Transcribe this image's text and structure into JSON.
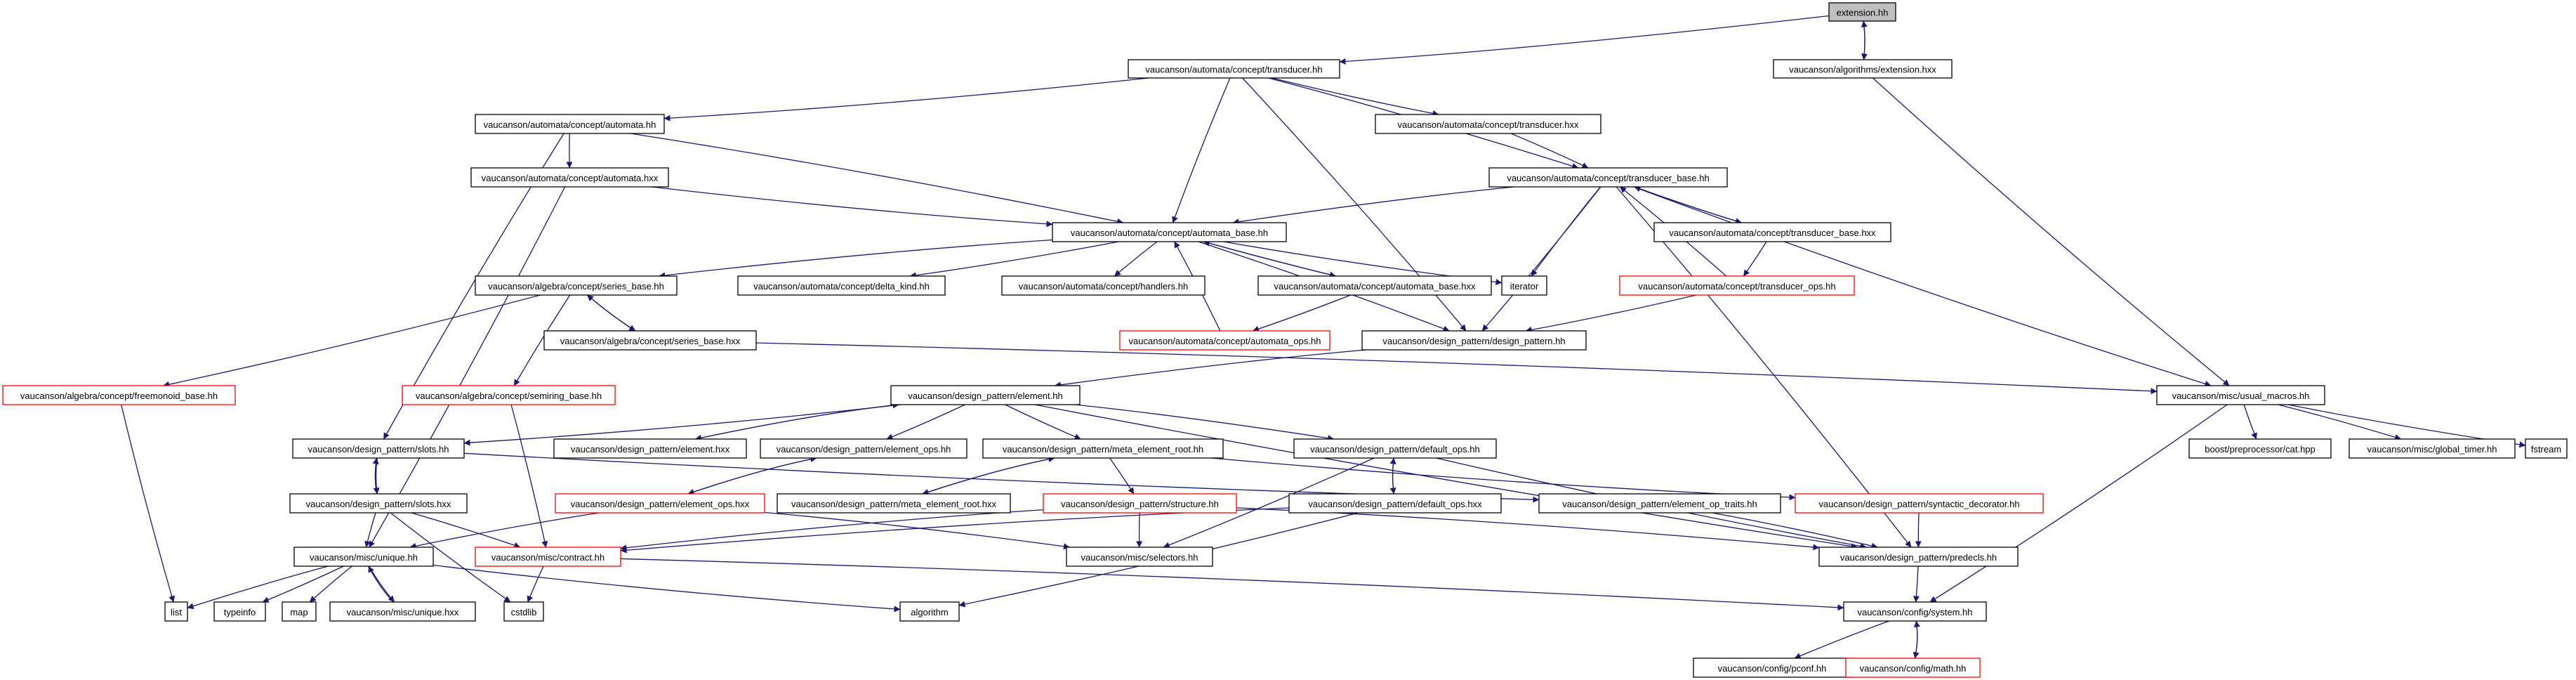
{
  "diagram": {
    "type": "include-dependency-graph",
    "colors": {
      "edge": "#191970",
      "node_border": "#000000",
      "node_border_missing_docs": "#ff0000",
      "node_border_external": "#c0c0c0",
      "root_fill": "#bfbfbf"
    },
    "nodes": [
      {
        "id": "extension_hh",
        "label": "extension.hh",
        "style": "root"
      },
      {
        "id": "transducer_hh",
        "label": "vaucanson/automata/concept/transducer.hh",
        "style": "normal"
      },
      {
        "id": "alg_extension_hxx",
        "label": "vaucanson/algorithms/extension.hxx",
        "style": "normal"
      },
      {
        "id": "automata_hh",
        "label": "vaucanson/automata/concept/automata.hh",
        "style": "normal"
      },
      {
        "id": "transducer_hxx",
        "label": "vaucanson/automata/concept/transducer.hxx",
        "style": "normal"
      },
      {
        "id": "automata_hxx",
        "label": "vaucanson/automata/concept/automata.hxx",
        "style": "normal"
      },
      {
        "id": "transducer_base_hh",
        "label": "vaucanson/automata/concept/transducer_base.hh",
        "style": "normal"
      },
      {
        "id": "automata_base_hh",
        "label": "vaucanson/automata/concept/automata_base.hh",
        "style": "normal"
      },
      {
        "id": "transducer_base_hxx",
        "label": "vaucanson/automata/concept/transducer_base.hxx",
        "style": "normal"
      },
      {
        "id": "series_base_hh",
        "label": "vaucanson/algebra/concept/series_base.hh",
        "style": "normal"
      },
      {
        "id": "delta_kind_hh",
        "label": "vaucanson/automata/concept/delta_kind.hh",
        "style": "normal"
      },
      {
        "id": "handlers_hh",
        "label": "vaucanson/automata/concept/handlers.hh",
        "style": "external"
      },
      {
        "id": "automata_base_hxx",
        "label": "vaucanson/automata/concept/automata_base.hxx",
        "style": "normal"
      },
      {
        "id": "iterator",
        "label": "iterator",
        "style": "external"
      },
      {
        "id": "transducer_ops_hh",
        "label": "vaucanson/automata/concept/transducer_ops.hh",
        "style": "red"
      },
      {
        "id": "series_base_hxx",
        "label": "vaucanson/algebra/concept/series_base.hxx",
        "style": "normal"
      },
      {
        "id": "automata_ops_hh",
        "label": "vaucanson/automata/concept/automata_ops.hh",
        "style": "red"
      },
      {
        "id": "design_pattern_hh",
        "label": "vaucanson/design_pattern/design_pattern.hh",
        "style": "normal"
      },
      {
        "id": "freemonoid_base_hh",
        "label": "vaucanson/algebra/concept/freemonoid_base.hh",
        "style": "red"
      },
      {
        "id": "semiring_base_hh",
        "label": "vaucanson/algebra/concept/semiring_base.hh",
        "style": "red"
      },
      {
        "id": "element_hh",
        "label": "vaucanson/design_pattern/element.hh",
        "style": "normal"
      },
      {
        "id": "usual_macros_hh",
        "label": "vaucanson/misc/usual_macros.hh",
        "style": "normal"
      },
      {
        "id": "slots_hh",
        "label": "vaucanson/design_pattern/slots.hh",
        "style": "normal"
      },
      {
        "id": "element_hxx",
        "label": "vaucanson/design_pattern/element.hxx",
        "style": "normal"
      },
      {
        "id": "element_ops_hh",
        "label": "vaucanson/design_pattern/element_ops.hh",
        "style": "normal"
      },
      {
        "id": "meta_element_root_hh",
        "label": "vaucanson/design_pattern/meta_element_root.hh",
        "style": "normal"
      },
      {
        "id": "default_ops_hh",
        "label": "vaucanson/design_pattern/default_ops.hh",
        "style": "normal"
      },
      {
        "id": "call_hpp",
        "label": "boost/preprocessor/cat.hpp",
        "style": "external"
      },
      {
        "id": "global_timer_hh",
        "label": "vaucanson/misc/global_timer.hh",
        "style": "normal"
      },
      {
        "id": "fstream",
        "label": "fstream",
        "style": "external"
      },
      {
        "id": "slots_hxx",
        "label": "vaucanson/design_pattern/slots.hxx",
        "style": "normal"
      },
      {
        "id": "element_ops_hxx",
        "label": "vaucanson/design_pattern/element_ops.hxx",
        "style": "red"
      },
      {
        "id": "meta_element_root_hxx",
        "label": "vaucanson/design_pattern/meta_element_root.hxx",
        "style": "normal"
      },
      {
        "id": "structure_hh",
        "label": "vaucanson/design_pattern/structure.hh",
        "style": "red"
      },
      {
        "id": "default_ops_hxx",
        "label": "vaucanson/design_pattern/default_ops.hxx",
        "style": "normal"
      },
      {
        "id": "element_op_traits_hh",
        "label": "vaucanson/design_pattern/element_op_traits.hh",
        "style": "normal"
      },
      {
        "id": "syntactic_decorator_hh",
        "label": "vaucanson/design_pattern/syntactic_decorator.hh",
        "style": "red"
      },
      {
        "id": "unique_hh",
        "label": "vaucanson/misc/unique.hh",
        "style": "normal"
      },
      {
        "id": "contract_hh",
        "label": "vaucanson/misc/contract.hh",
        "style": "red"
      },
      {
        "id": "selectors_hh",
        "label": "vaucanson/misc/selectors.hh",
        "style": "normal"
      },
      {
        "id": "predecls_hh",
        "label": "vaucanson/design_pattern/predecls.hh",
        "style": "normal"
      },
      {
        "id": "list",
        "label": "list",
        "style": "external"
      },
      {
        "id": "typeinfo",
        "label": "typeinfo",
        "style": "external"
      },
      {
        "id": "map",
        "label": "map",
        "style": "external"
      },
      {
        "id": "unique_hxx",
        "label": "vaucanson/misc/unique.hxx",
        "style": "normal"
      },
      {
        "id": "cstdlib",
        "label": "cstdlib",
        "style": "external"
      },
      {
        "id": "algorithm",
        "label": "algorithm",
        "style": "external"
      },
      {
        "id": "system_hh",
        "label": "vaucanson/config/system.hh",
        "style": "normal"
      },
      {
        "id": "pconf_hh",
        "label": "vaucanson/config/pconf.hh",
        "style": "external"
      },
      {
        "id": "math_hh",
        "label": "vaucanson/config/math.hh",
        "style": "red"
      }
    ],
    "edges": [
      [
        "extension_hh",
        "transducer_hh"
      ],
      [
        "extension_hh",
        "alg_extension_hxx"
      ],
      [
        "alg_extension_hxx",
        "extension_hh"
      ],
      [
        "alg_extension_hxx",
        "usual_macros_hh"
      ],
      [
        "transducer_hh",
        "automata_hh"
      ],
      [
        "transducer_hh",
        "transducer_hxx"
      ],
      [
        "transducer_hh",
        "transducer_base_hh"
      ],
      [
        "transducer_hh",
        "automata_base_hh"
      ],
      [
        "transducer_hh",
        "design_pattern_hh"
      ],
      [
        "automata_hh",
        "automata_hxx"
      ],
      [
        "automata_hh",
        "automata_base_hh"
      ],
      [
        "automata_hh",
        "slots_hh"
      ],
      [
        "transducer_hxx",
        "transducer_base_hh"
      ],
      [
        "automata_hxx",
        "automata_base_hh"
      ],
      [
        "automata_hxx",
        "unique_hh"
      ],
      [
        "transducer_base_hh",
        "automata_base_hh"
      ],
      [
        "transducer_base_hh",
        "transducer_base_hxx"
      ],
      [
        "transducer_base_hh",
        "iterator"
      ],
      [
        "transducer_base_hh",
        "design_pattern_hh"
      ],
      [
        "transducer_base_hh",
        "usual_macros_hh"
      ],
      [
        "transducer_base_hh",
        "predecls_hh"
      ],
      [
        "transducer_base_hxx",
        "transducer_base_hh"
      ],
      [
        "transducer_base_hxx",
        "transducer_ops_hh"
      ],
      [
        "transducer_ops_hh",
        "transducer_base_hh"
      ],
      [
        "transducer_ops_hh",
        "design_pattern_hh"
      ],
      [
        "automata_base_hh",
        "series_base_hh"
      ],
      [
        "automata_base_hh",
        "delta_kind_hh"
      ],
      [
        "automata_base_hh",
        "handlers_hh"
      ],
      [
        "automata_base_hh",
        "automata_base_hxx"
      ],
      [
        "automata_base_hh",
        "iterator"
      ],
      [
        "automata_base_hh",
        "design_pattern_hh"
      ],
      [
        "automata_base_hxx",
        "automata_base_hh"
      ],
      [
        "automata_base_hxx",
        "automata_ops_hh"
      ],
      [
        "automata_ops_hh",
        "automata_base_hh"
      ],
      [
        "series_base_hh",
        "freemonoid_base_hh"
      ],
      [
        "series_base_hh",
        "semiring_base_hh"
      ],
      [
        "series_base_hh",
        "series_base_hxx"
      ],
      [
        "series_base_hxx",
        "series_base_hh"
      ],
      [
        "series_base_hxx",
        "usual_macros_hh"
      ],
      [
        "freemonoid_base_hh",
        "list"
      ],
      [
        "semiring_base_hh",
        "contract_hh"
      ],
      [
        "design_pattern_hh",
        "element_hh"
      ],
      [
        "element_hh",
        "slots_hh"
      ],
      [
        "element_hh",
        "element_hxx"
      ],
      [
        "element_hh",
        "element_ops_hh"
      ],
      [
        "element_hh",
        "meta_element_root_hh"
      ],
      [
        "element_hh",
        "default_ops_hh"
      ],
      [
        "element_hh",
        "predecls_hh"
      ],
      [
        "element_hxx",
        "element_hh"
      ],
      [
        "element_ops_hh",
        "element_ops_hxx"
      ],
      [
        "element_ops_hxx",
        "element_ops_hh"
      ],
      [
        "element_ops_hxx",
        "unique_hh"
      ],
      [
        "element_ops_hxx",
        "selectors_hh"
      ],
      [
        "meta_element_root_hh",
        "meta_element_root_hxx"
      ],
      [
        "meta_element_root_hh",
        "structure_hh"
      ],
      [
        "meta_element_root_hh",
        "syntactic_decorator_hh"
      ],
      [
        "meta_element_root_hxx",
        "meta_element_root_hh"
      ],
      [
        "structure_hh",
        "selectors_hh"
      ],
      [
        "structure_hh",
        "predecls_hh"
      ],
      [
        "structure_hh",
        "contract_hh"
      ],
      [
        "default_ops_hh",
        "default_ops_hxx"
      ],
      [
        "default_ops_hh",
        "predecls_hh"
      ],
      [
        "default_ops_hh",
        "selectors_hh"
      ],
      [
        "default_ops_hxx",
        "default_ops_hh"
      ],
      [
        "default_ops_hxx",
        "algorithm"
      ],
      [
        "default_ops_hxx",
        "contract_hh"
      ],
      [
        "slots_hh",
        "slots_hxx"
      ],
      [
        "slots_hh",
        "element_op_traits_hh"
      ],
      [
        "slots_hxx",
        "slots_hh"
      ],
      [
        "slots_hxx",
        "unique_hh"
      ],
      [
        "slots_hxx",
        "contract_hh"
      ],
      [
        "slots_hxx",
        "cstdlib"
      ],
      [
        "element_op_traits_hh",
        "predecls_hh"
      ],
      [
        "syntactic_decorator_hh",
        "predecls_hh"
      ],
      [
        "predecls_hh",
        "system_hh"
      ],
      [
        "unique_hh",
        "list"
      ],
      [
        "unique_hh",
        "typeinfo"
      ],
      [
        "unique_hh",
        "map"
      ],
      [
        "unique_hh",
        "unique_hxx"
      ],
      [
        "unique_hh",
        "algorithm"
      ],
      [
        "unique_hxx",
        "unique_hh"
      ],
      [
        "contract_hh",
        "cstdlib"
      ],
      [
        "contract_hh",
        "system_hh"
      ],
      [
        "usual_macros_hh",
        "call_hpp"
      ],
      [
        "usual_macros_hh",
        "global_timer_hh"
      ],
      [
        "usual_macros_hh",
        "fstream"
      ],
      [
        "usual_macros_hh",
        "system_hh"
      ],
      [
        "system_hh",
        "pconf_hh"
      ],
      [
        "system_hh",
        "math_hh"
      ],
      [
        "math_hh",
        "system_hh"
      ]
    ]
  }
}
